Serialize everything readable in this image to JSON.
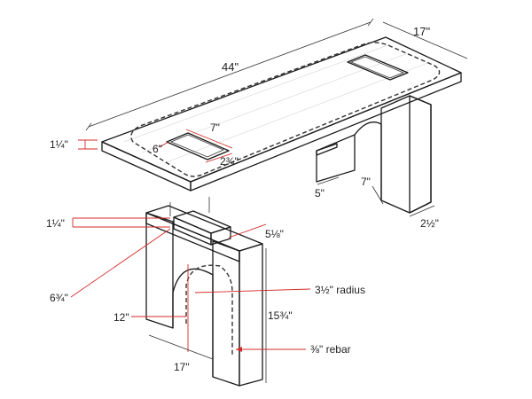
{
  "labels": {
    "top_length": "44\"",
    "top_width": "17\"",
    "top_thickness": "1¼\"",
    "slot_length": "7\"",
    "slot_width": "6\"",
    "slot_depth": "2¾\"",
    "leg_foot_width": "5\"",
    "leg_foot_height": "7\"",
    "leg_thickness": "2½\"",
    "tenon_height": "1¼\"",
    "tenon_width": "5⅛\"",
    "leg_depth": "6¾\"",
    "arch_radius": "3½\" radius",
    "arch_height": "12\"",
    "leg_height": "15¾\"",
    "rebar": "⅜\" rebar",
    "leg_width": "17\""
  },
  "colors": {
    "ink": "#1a1a1a",
    "dimension_red": "#d42a2a",
    "paper": "#ffffff"
  }
}
